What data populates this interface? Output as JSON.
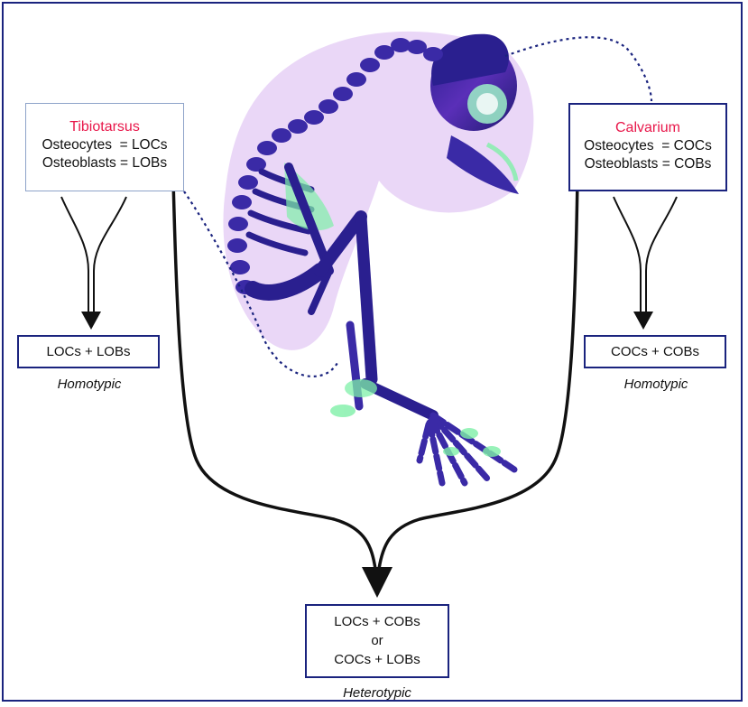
{
  "sources": {
    "left": {
      "title": "Tibiotarsus",
      "line1": "Osteocytes  = LOCs",
      "line2": "Osteoblasts = LOBs"
    },
    "right": {
      "title": "Calvarium",
      "line1": "Osteocytes  = COCs",
      "line2": "Osteoblasts = COBs"
    }
  },
  "results": {
    "homotypic_left": "LOCs + LOBs",
    "homotypic_right": "COCs + COBs",
    "heterotypic_line1": "LOCs + COBs",
    "heterotypic_line2": "or",
    "heterotypic_line3": "COCs + LOBs"
  },
  "captions": {
    "homotypic_left": "Homotypic",
    "homotypic_right": "Homotypic",
    "heterotypic": "Heterotypic"
  },
  "colors": {
    "frame": "#1a237e",
    "title_red": "#e8174a",
    "bone_stain": "#3a2aa6",
    "cartilage_stain": "#7ff0a8"
  },
  "image": {
    "subject": "stained chick embryo skeleton"
  }
}
